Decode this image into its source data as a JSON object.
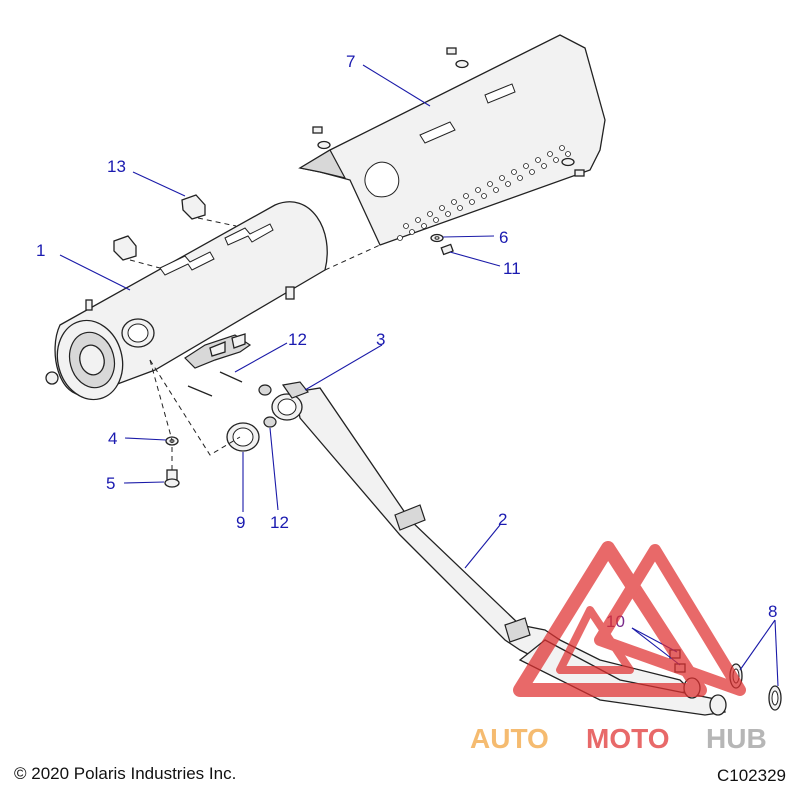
{
  "callouts": {
    "c1": "1",
    "c2": "2",
    "c3": "3",
    "c4": "4",
    "c5": "5",
    "c6": "6",
    "c7": "7",
    "c8": "8",
    "c9": "9",
    "c10": "10",
    "c11": "11",
    "c12a": "12",
    "c12b": "12",
    "c13": "13"
  },
  "footer": {
    "copyright": "© 2020 Polaris Industries Inc.",
    "drawing_id": "C102329"
  },
  "watermark": {
    "word_auto": "AUTO",
    "word_moto": "MOTO",
    "word_hub": "HUB"
  },
  "colors": {
    "callout": "#1a1ab0",
    "watermark_red": "#e03030",
    "watermark_orange": "#f2a23a",
    "watermark_gray": "#9a9a9a"
  }
}
